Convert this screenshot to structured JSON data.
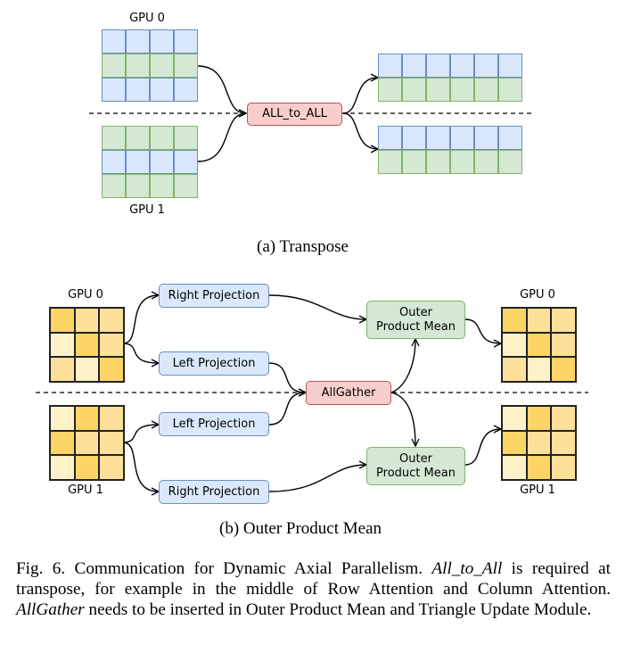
{
  "colors": {
    "blue_fill": "#dae8fc",
    "blue_stroke": "#6c8ebf",
    "green_fill": "#d5e8d4",
    "green_stroke": "#82b366",
    "red_fill": "#f8cecc",
    "red_stroke": "#b85450",
    "yellow_dark": "#ffd466",
    "yellow_mid": "#ffe09a",
    "yellow_light": "#fff2c8"
  },
  "transpose": {
    "gpu0_label": "GPU 0",
    "gpu1_label": "GPU 1",
    "op_label": "ALL_to_ALL",
    "gpu0_rows": [
      "blue",
      "green",
      "blue"
    ],
    "gpu1_rows": [
      "green",
      "blue",
      "green"
    ],
    "out_top_rows": [
      "blue",
      "green"
    ],
    "out_bottom_rows": [
      "blue",
      "green"
    ],
    "input_cols": 4,
    "output_cols": 6,
    "subcaption": "(a)  Transpose"
  },
  "opm": {
    "gpu0_label_in": "GPU 0",
    "gpu1_label_in": "GPU 1",
    "gpu0_label_out": "GPU 0",
    "gpu1_label_out": "GPU 1",
    "right_projection_top": "Right Projection",
    "left_projection_top": "Left Projection",
    "left_projection_bottom": "Left Projection",
    "right_projection_bottom": "Right Projection",
    "allgather": "AllGather",
    "opm_top": "Outer Product Mean",
    "opm_bottom": "Outer Product Mean",
    "gpu0_in_pattern": [
      "dark",
      "mid",
      "mid",
      "light",
      "dark",
      "mid",
      "mid",
      "light",
      "dark"
    ],
    "gpu1_in_pattern": [
      "light",
      "dark",
      "mid",
      "dark",
      "mid",
      "mid",
      "light",
      "dark",
      "mid"
    ],
    "gpu0_out_pattern": [
      "dark",
      "mid",
      "mid",
      "light",
      "dark",
      "mid",
      "mid",
      "light",
      "dark"
    ],
    "gpu1_out_pattern": [
      "light",
      "dark",
      "mid",
      "dark",
      "mid",
      "mid",
      "light",
      "dark",
      "mid"
    ],
    "subcaption": "(b)  Outer Product Mean"
  },
  "caption": {
    "fig": "Fig. 6.",
    "text1": " Communication for Dynamic Axial Parallelism. ",
    "em1": "All_to_All",
    "text2": " is required at transpose, for example in the middle of Row Attention and Column Attention. ",
    "em2": "AllGather",
    "text3": " needs to be inserted in Outer Product Mean and Triangle Update Module."
  }
}
